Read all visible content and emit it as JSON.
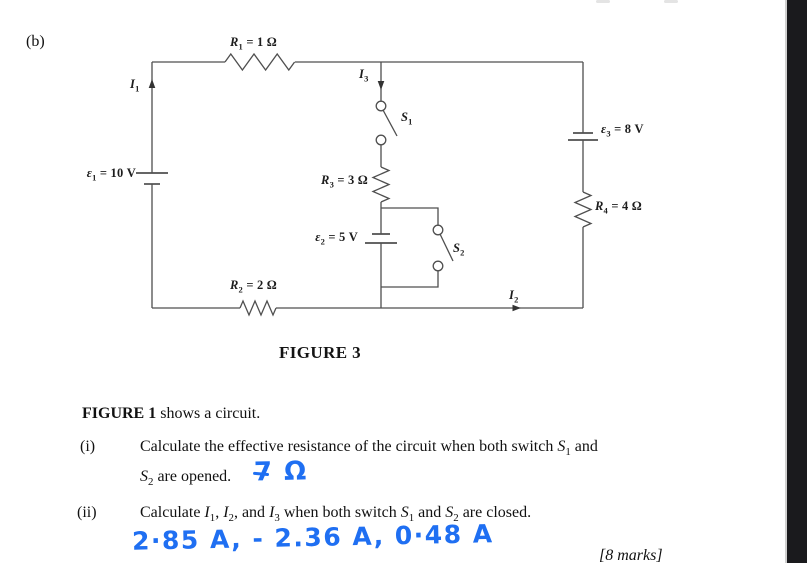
{
  "page": {
    "part_label": "(b)"
  },
  "figure": {
    "caption": "FIGURE 3",
    "labels": {
      "r1": [
        {
          "v": "R",
          "i": 1
        },
        {
          "v": "1",
          "s": 1
        },
        {
          "v": " = 1 Ω"
        }
      ],
      "r2": [
        {
          "v": "R",
          "i": 1
        },
        {
          "v": "2",
          "s": 1
        },
        {
          "v": " = 2 Ω"
        }
      ],
      "r3": [
        {
          "v": "R",
          "i": 1
        },
        {
          "v": "3",
          "s": 1
        },
        {
          "v": " = 3 Ω"
        }
      ],
      "r4": [
        {
          "v": "R",
          "i": 1
        },
        {
          "v": "4",
          "s": 1
        },
        {
          "v": " = 4 Ω"
        }
      ],
      "e1": [
        {
          "v": "ε",
          "i": 1
        },
        {
          "v": "1",
          "s": 1
        },
        {
          "v": " = 10 V"
        }
      ],
      "e2": [
        {
          "v": "ε",
          "i": 1
        },
        {
          "v": "2",
          "s": 1
        },
        {
          "v": " = 5 V"
        }
      ],
      "e3": [
        {
          "v": "ε",
          "i": 1
        },
        {
          "v": "3",
          "s": 1
        },
        {
          "v": " = 8 V"
        }
      ],
      "s1": [
        {
          "v": "S",
          "i": 1
        },
        {
          "v": "1",
          "s": 1
        }
      ],
      "s2": [
        {
          "v": "S",
          "i": 1
        },
        {
          "v": "2",
          "s": 1
        }
      ],
      "i1": [
        {
          "v": "I",
          "i": 1
        },
        {
          "v": "1",
          "s": 1
        }
      ],
      "i2": [
        {
          "v": "I",
          "i": 1
        },
        {
          "v": "2",
          "s": 1
        }
      ],
      "i3": [
        {
          "v": "I",
          "i": 1
        },
        {
          "v": "3",
          "s": 1
        }
      ]
    },
    "component_values": {
      "R1_ohm": 1,
      "R2_ohm": 2,
      "R3_ohm": 3,
      "R4_ohm": 4,
      "emf1_V": 10,
      "emf2_V": 5,
      "emf3_V": 8
    }
  },
  "questions": {
    "intro": [
      {
        "v": "FIGURE 1",
        "b": 1
      },
      {
        "v": " shows a circuit."
      }
    ],
    "item_i": {
      "num": "(i)",
      "line1": [
        {
          "v": "Calculate the effective resistance of the circuit when both switch "
        },
        {
          "v": "S",
          "i": 1
        },
        {
          "v": "1",
          "s": 1
        },
        {
          "v": " and"
        }
      ],
      "line2": [
        {
          "v": "S",
          "i": 1
        },
        {
          "v": "2",
          "s": 1
        },
        {
          "v": " are opened."
        }
      ],
      "handwritten_answer": "7 Ω"
    },
    "item_ii": {
      "num": "(ii)",
      "line1": [
        {
          "v": "Calculate "
        },
        {
          "v": "I",
          "i": 1
        },
        {
          "v": "1",
          "s": 1
        },
        {
          "v": ", "
        },
        {
          "v": "I",
          "i": 1
        },
        {
          "v": "2",
          "s": 1
        },
        {
          "v": ", and "
        },
        {
          "v": "I",
          "i": 1
        },
        {
          "v": "3",
          "s": 1
        },
        {
          "v": " when both switch "
        },
        {
          "v": "S",
          "i": 1
        },
        {
          "v": "1",
          "s": 1
        },
        {
          "v": " and "
        },
        {
          "v": "S",
          "i": 1
        },
        {
          "v": "2",
          "s": 1
        },
        {
          "v": " are closed."
        }
      ],
      "handwritten_answer": "2·85 A, - 2.36 A, 0·48 A"
    },
    "marks": "[8 marks]"
  },
  "colors": {
    "handwriting_blue": "#1f6ff2",
    "wire_gray": "#4f4f4f",
    "viewer_strip": "#1a1a1d"
  }
}
